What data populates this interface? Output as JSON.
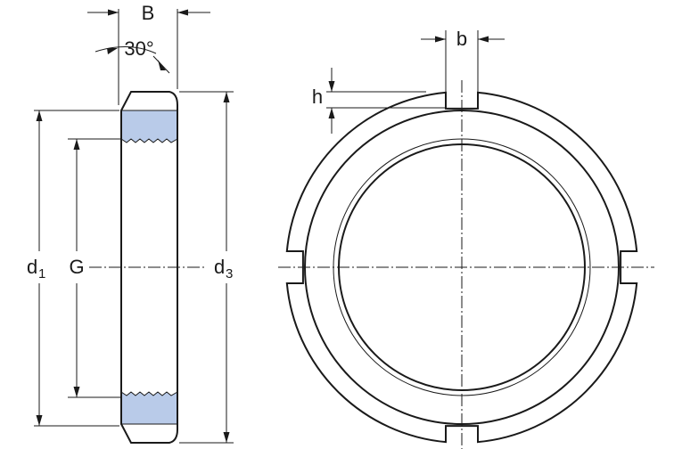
{
  "labels": {
    "B": "B",
    "angle": "30°",
    "d1_main": "d",
    "d1_sub": "1",
    "G": "G",
    "d3_main": "d",
    "d3_sub": "3",
    "h": "h",
    "b": "b"
  },
  "colors": {
    "section_fill": "#b9cbe9",
    "line": "#1a1a1a"
  }
}
